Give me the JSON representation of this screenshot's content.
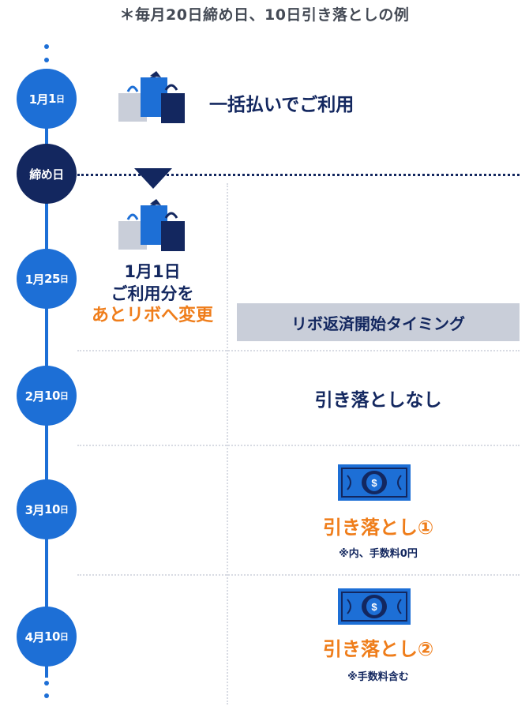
{
  "note": "＊毎月20日締め日、10日引き落としの例",
  "nodes": {
    "jan1": {
      "month": "1月",
      "day": "1",
      "suffix": "日"
    },
    "cutoff": "締め日",
    "jan25": {
      "month": "1月",
      "day": "25",
      "suffix": "日"
    },
    "feb10": {
      "month": "2月",
      "day": "10",
      "suffix": "日"
    },
    "mar10": {
      "month": "3月",
      "day": "10",
      "suffix": "日"
    },
    "apr10": {
      "month": "4月",
      "day": "10",
      "suffix": "日"
    }
  },
  "usage_text": "一括払いでご利用",
  "change": {
    "line1": "1月1日",
    "line2": "ご利用分を",
    "line3": "あとリボへ変更"
  },
  "revo_timing": "リボ返済開始タイミング",
  "no_withdrawal": "引き落としなし",
  "withdrawal1": {
    "title": "引き落とし①",
    "note": "※内、手数料0円"
  },
  "withdrawal2": {
    "title": "引き落とし②",
    "note": "※手数料含む"
  },
  "icons": {
    "shopping": "shopping-bags-icon",
    "money": "banknote-icon"
  },
  "colors": {
    "primary_blue": "#1d6fd6",
    "navy": "#13275f",
    "accent_orange": "#ef7d1a",
    "box_gray": "#c9ced9"
  }
}
